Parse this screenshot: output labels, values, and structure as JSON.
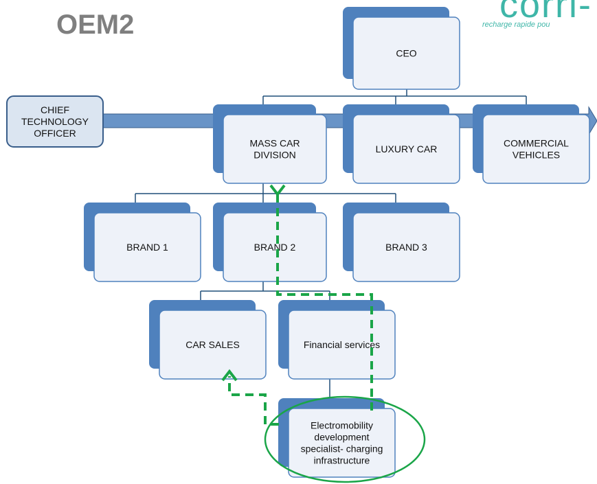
{
  "title": "OEM2",
  "logo": {
    "wordmark": "corri-",
    "tagline": "recharge rapide pou"
  },
  "colors": {
    "box_back": "#4f81bd",
    "box_front": "#eef2f9",
    "box_stroke": "#4f81bd",
    "connector": "#1f4e79",
    "arrow_band": "#4f81bd",
    "highlight": "#1aa548",
    "logo": "#3fb6a8"
  },
  "nodes": [
    {
      "id": "ceo",
      "lines": [
        "CEO"
      ]
    },
    {
      "id": "cto",
      "lines": [
        "CHIEF",
        "TECHNOLOGY",
        "OFFICER"
      ]
    },
    {
      "id": "mass-car-division",
      "lines": [
        "MASS CAR",
        "DIVISION"
      ]
    },
    {
      "id": "luxury-car",
      "lines": [
        "LUXURY CAR"
      ]
    },
    {
      "id": "commercial-vehicles",
      "lines": [
        "COMMERCIAL",
        "VEHICLES"
      ]
    },
    {
      "id": "brand-1",
      "lines": [
        "BRAND 1"
      ]
    },
    {
      "id": "brand-2",
      "lines": [
        "BRAND 2"
      ]
    },
    {
      "id": "brand-3",
      "lines": [
        "BRAND 3"
      ]
    },
    {
      "id": "car-sales",
      "lines": [
        "CAR SALES"
      ]
    },
    {
      "id": "financial-services",
      "lines": [
        "Financial services"
      ]
    },
    {
      "id": "electromobility",
      "lines": [
        "Electromobility",
        "development",
        "specialist- charging",
        "infrastructure"
      ]
    }
  ],
  "highlighted_node": "electromobility",
  "dashed_flows": [
    {
      "from": "electromobility",
      "to": "mass-car-division"
    },
    {
      "from": "electromobility",
      "to": "car-sales"
    }
  ]
}
